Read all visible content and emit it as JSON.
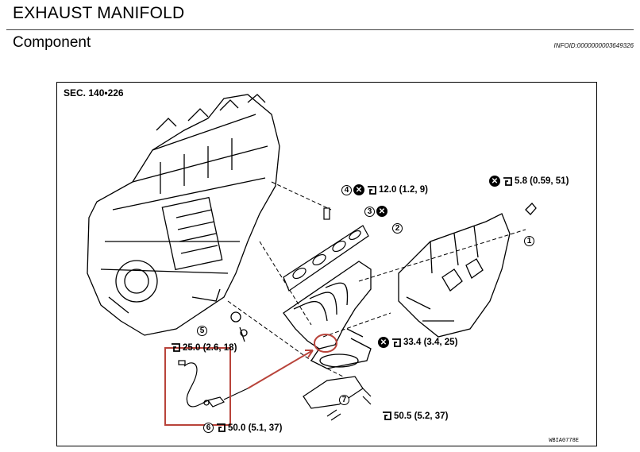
{
  "header": {
    "title": "EXHAUST MANIFOLD",
    "subtitle": "Component",
    "info_id": "INFOID:0000000003649326"
  },
  "figure": {
    "section": "SEC. 140•226",
    "figure_code": "WBIA0778E",
    "callouts": [
      {
        "id": "c1",
        "number": "1",
        "has_x": false,
        "has_torque": false,
        "torque": ""
      },
      {
        "id": "c2",
        "number": "2",
        "has_x": false,
        "has_torque": false,
        "torque": ""
      },
      {
        "id": "c3",
        "number": "3",
        "has_x": true,
        "has_torque": false,
        "torque": ""
      },
      {
        "id": "c4",
        "number": "4",
        "has_x": true,
        "has_torque": true,
        "torque": "12.0 (1.2, 9)"
      },
      {
        "id": "c5",
        "number": "5",
        "has_x": false,
        "has_torque": false,
        "torque": ""
      },
      {
        "id": "c6",
        "number": "6",
        "has_x": false,
        "has_torque": true,
        "torque": "50.0 (5.1, 37)"
      },
      {
        "id": "c7",
        "number": "7",
        "has_x": false,
        "has_torque": false,
        "torque": ""
      },
      {
        "id": "heat-bolt",
        "number": "",
        "has_x": true,
        "has_torque": true,
        "torque": "5.8 (0.59, 51)"
      },
      {
        "id": "manifold-nut",
        "number": "",
        "has_x": true,
        "has_torque": true,
        "torque": "33.4 (3.4, 25)"
      },
      {
        "id": "bracket-bolt",
        "number": "",
        "has_x": false,
        "has_torque": true,
        "torque": "25.0 (2.6, 18)"
      },
      {
        "id": "stay-bolt",
        "number": "",
        "has_x": false,
        "has_torque": true,
        "torque": "50.5 (5.2, 37)"
      }
    ]
  },
  "colors": {
    "highlight_box": "#b8433a",
    "arrow": "#b8433a"
  }
}
